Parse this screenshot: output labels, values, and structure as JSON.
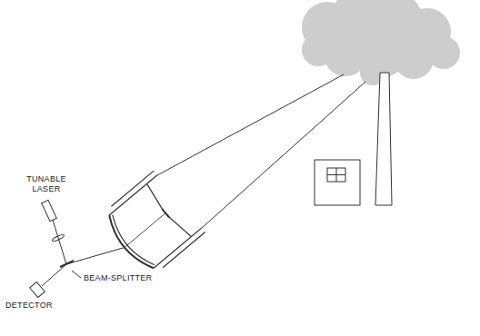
{
  "diagram": {
    "labels": [
      "TUNABLE LASER",
      "BEAM-SPLITTER",
      "DETECTOR"
    ]
  }
}
